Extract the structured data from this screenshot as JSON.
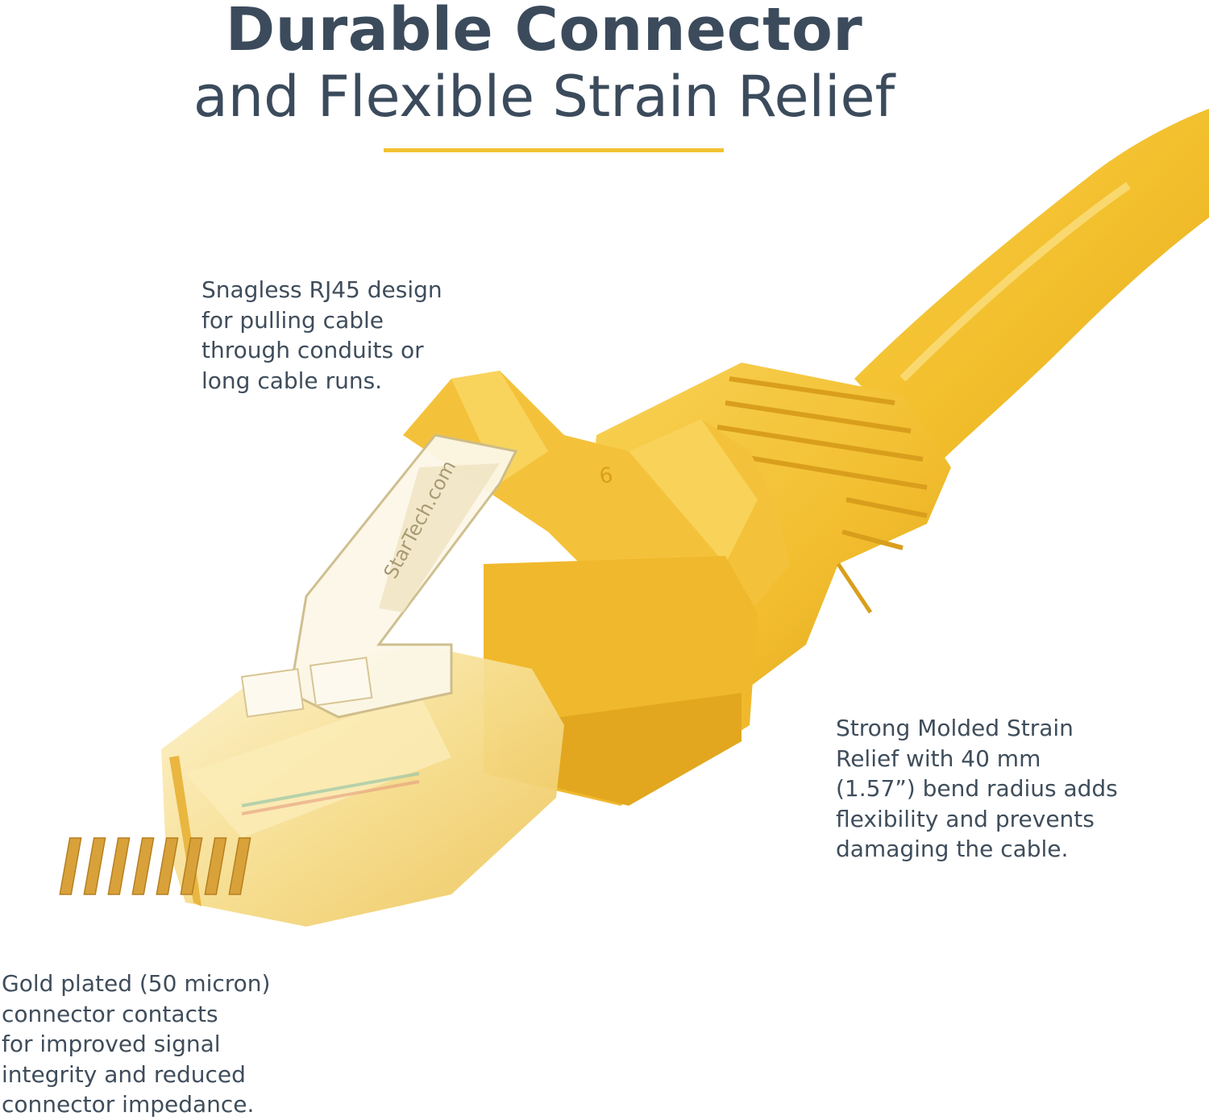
{
  "header": {
    "title_line1": "Durable Connector",
    "title_line2": "and Flexible Strain Relief",
    "accent_color": "#f3c233",
    "text_color": "#3b4b5c"
  },
  "callouts": {
    "snagless": {
      "lines": [
        "Snagless RJ45 design",
        "for pulling cable",
        "through conduits or",
        "long cable runs."
      ]
    },
    "strain_relief": {
      "lines": [
        "Strong Molded Strain",
        "Relief with 40 mm",
        "(1.57”) bend radius adds",
        "flexibility and prevents",
        "damaging the cable."
      ]
    },
    "gold_plated": {
      "lines": [
        "Gold plated (50 micron)",
        "connector contacts",
        "for improved signal",
        "integrity and reduced",
        "connector impedance."
      ]
    }
  },
  "product_image": {
    "subject": "yellow-ethernet-cable-rj45-connector",
    "cable_color": "#f5c431",
    "clip_brand": "StarTech.com",
    "boot_mark": "6"
  }
}
